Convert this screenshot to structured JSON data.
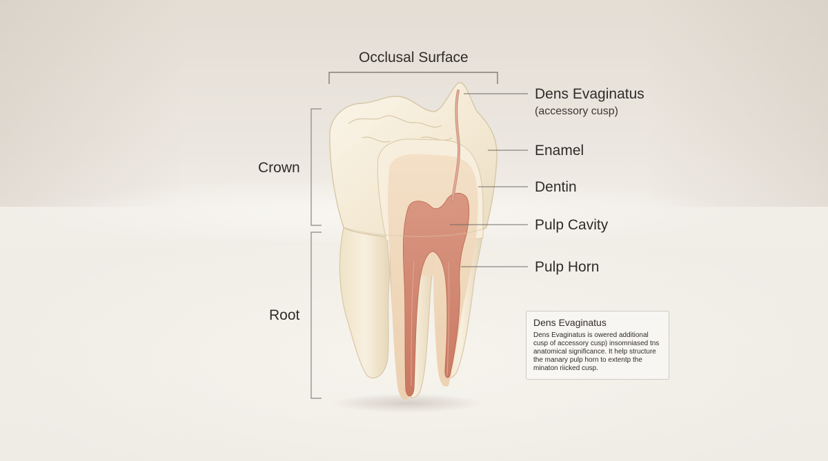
{
  "labels": {
    "occlusal_surface": "Occlusal Surface",
    "dens_evaginatus": "Dens Evaginatus",
    "accessory_cusp": "(accessory cusp)",
    "enamel": "Enamel",
    "dentin": "Dentin",
    "pulp_cavity": "Pulp Cavity",
    "pulp_horn": "Pulp Horn",
    "crown": "Crown",
    "root": "Root"
  },
  "info_box": {
    "title": "Dens Evaginatus",
    "body": "Dens Evaginatus is owered additional\ncusp of accessory cusp) insomniased tns\nanatomical significance. It help structure\nthe manary pulp horn to extentp the\nminaton riicked cusp."
  },
  "colors": {
    "enamel": "#f6eedc",
    "dentin": "#f0d8bd",
    "pulp": "#d98f78",
    "pulp_canal": "#c9735f",
    "line": "#8a8480"
  }
}
